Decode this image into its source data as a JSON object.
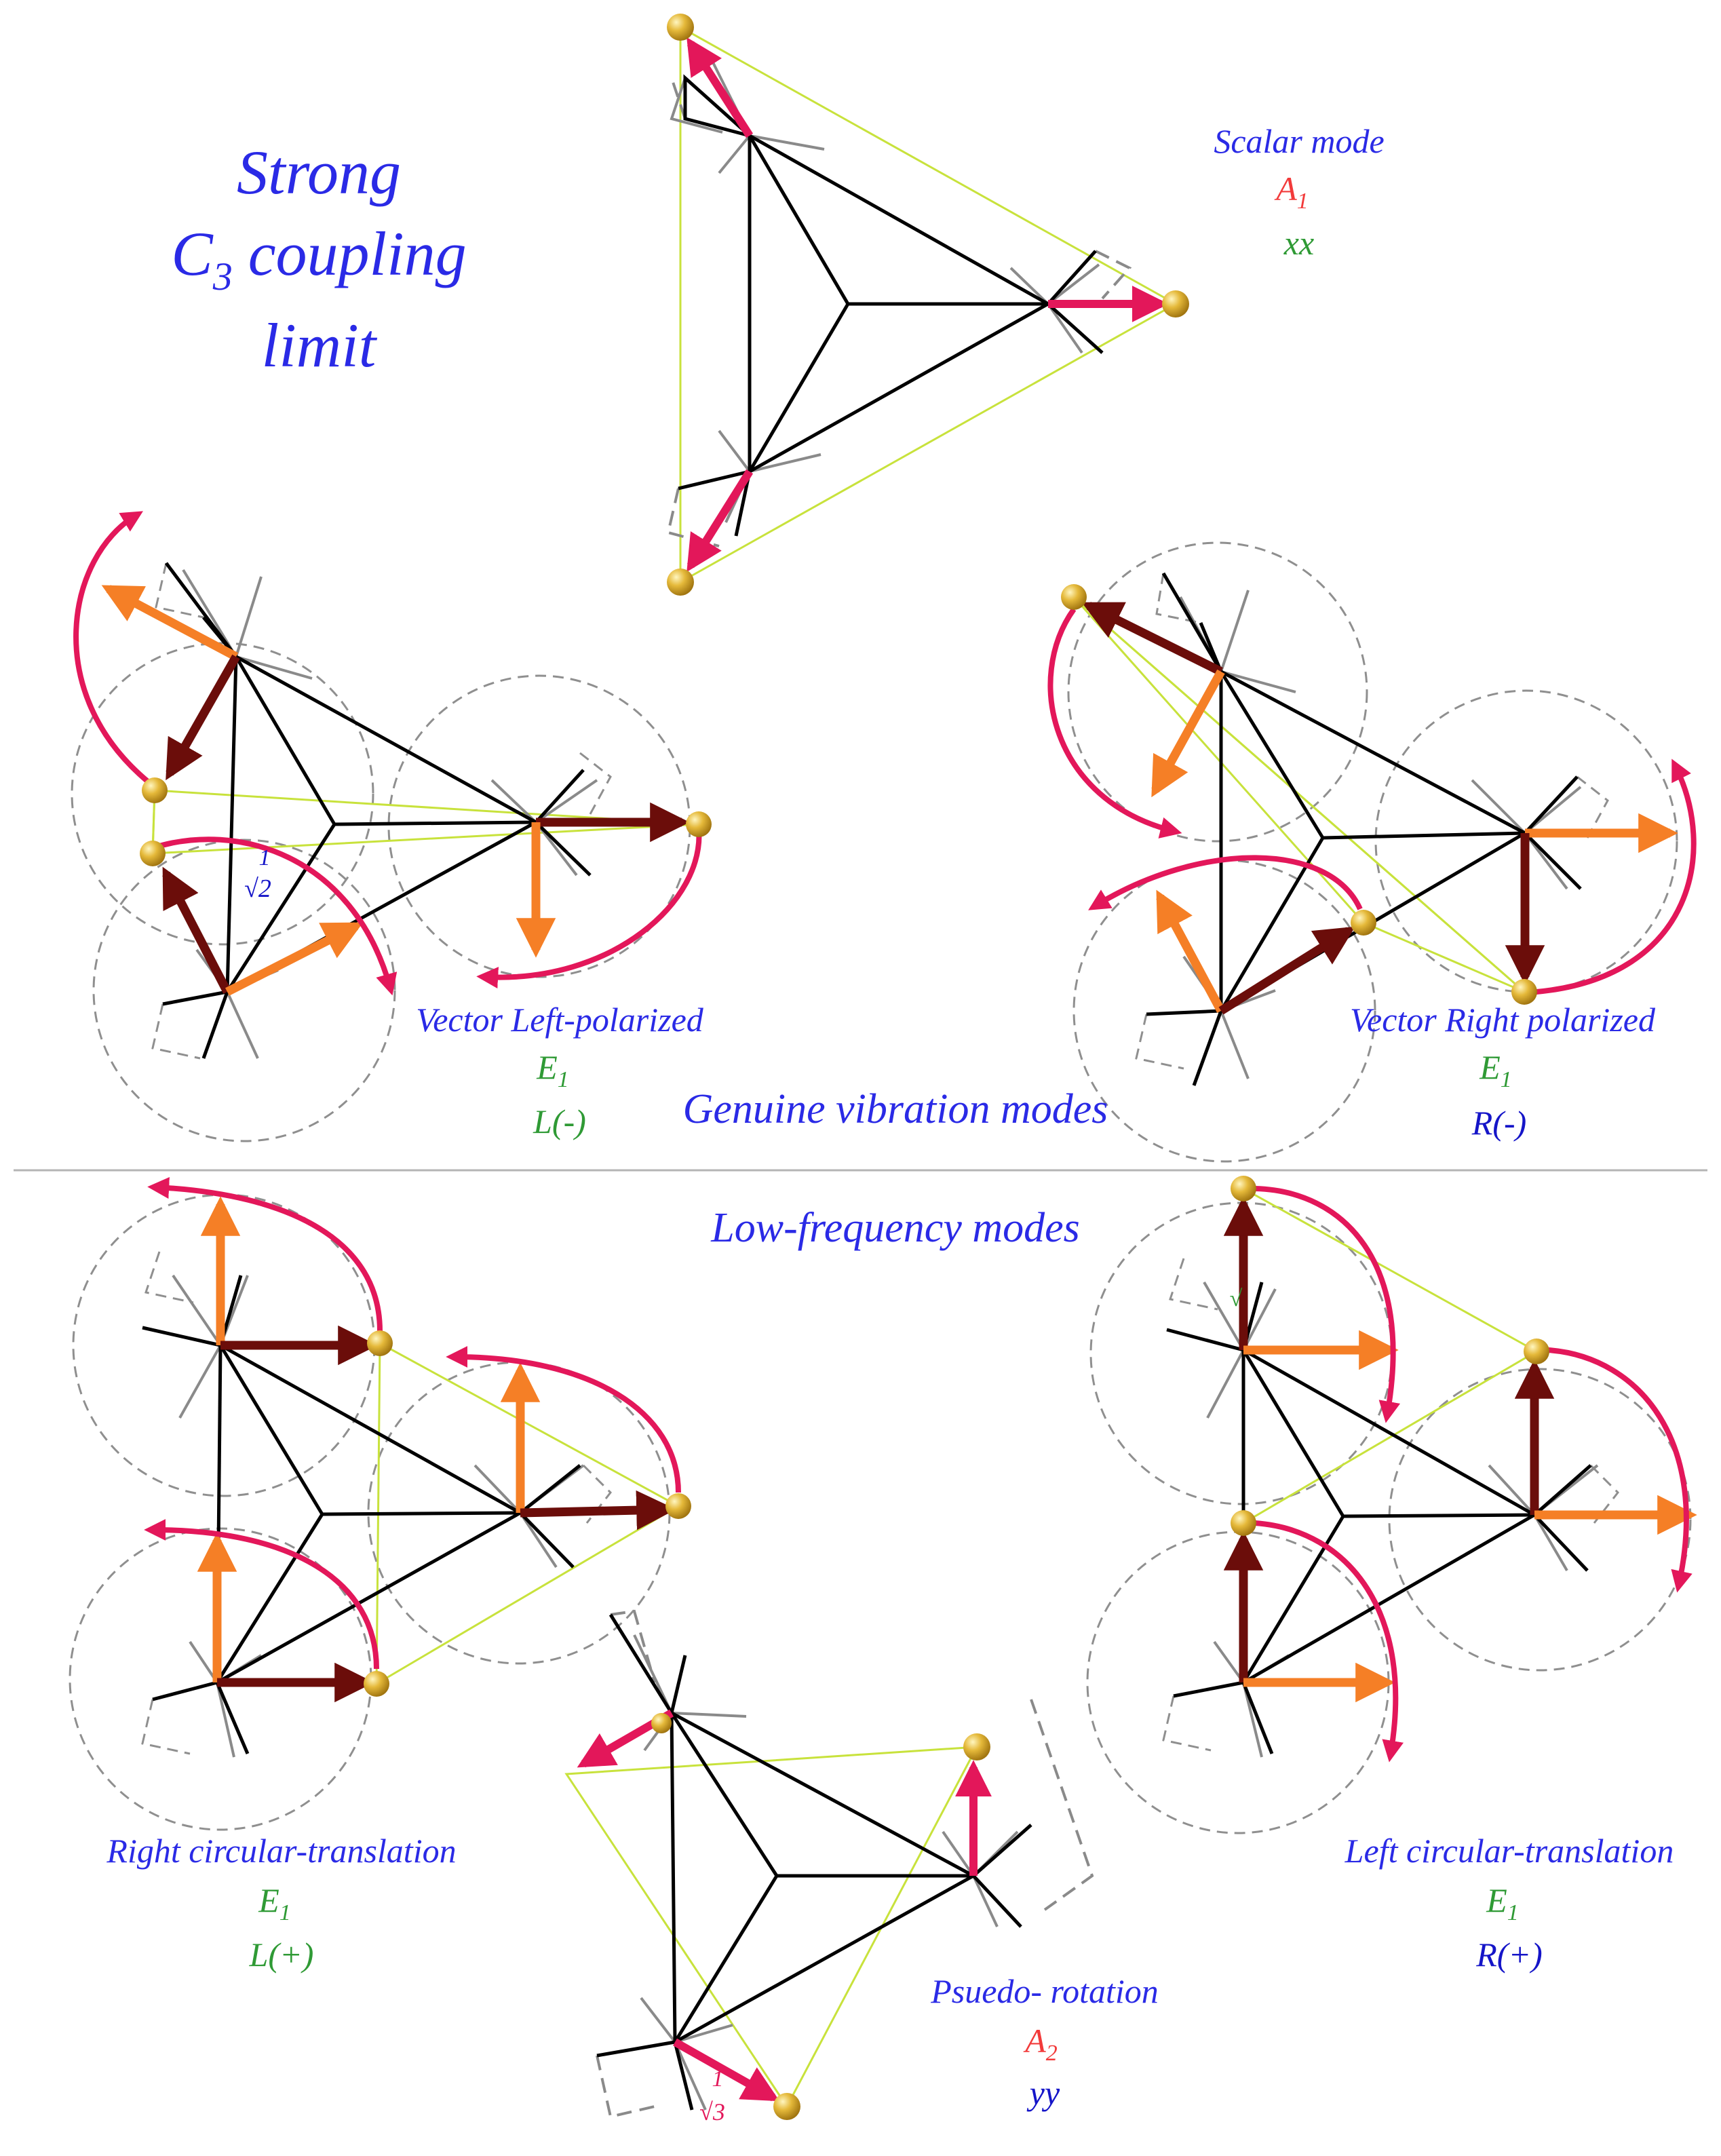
{
  "colors": {
    "title": "#2a2ae6",
    "symmetry_label": "#f23a3a",
    "green_label": "#2f9a35",
    "blue_label": "#1515c8",
    "bond": "#000000",
    "ligand": "#8a8a8a",
    "yellow_link": "#c8e23c",
    "crimson_arrow": "#e3175a",
    "orange_arrow": "#f57f26",
    "maroon_arrow": "#6b0d0a"
  },
  "title": {
    "line1": "Strong",
    "line2_main": "C",
    "line2_sub": "3",
    "line2_rest": " coupling",
    "line3": "limit"
  },
  "scalar": {
    "name": "Scalar mode",
    "sym_main": "A",
    "sym_sub": "1",
    "basis": "xx"
  },
  "vec_left": {
    "name": "Vector Left-polarized",
    "sym_main": "E",
    "sym_sub": "1",
    "basis": "L(-)",
    "factor_num": "1",
    "factor_den": "√2"
  },
  "vec_right": {
    "name": "Vector Right polarized",
    "sym_main": "E",
    "sym_sub": "1",
    "basis": "R(-)"
  },
  "section_genuine": "Genuine vibration modes",
  "section_low": "Low-frequency modes",
  "rct": {
    "name": "Right circular-translation",
    "sym_main": "E",
    "sym_sub": "1",
    "basis": "L(+)"
  },
  "lct": {
    "name": "Left circular-translation",
    "sym_main": "E",
    "sym_sub": "1",
    "basis": "R(+)"
  },
  "pseudo": {
    "name": "Psuedo- rotation",
    "sym_main": "A",
    "sym_sub": "2",
    "basis": "yy",
    "factor_num": "1",
    "factor_den": "√3"
  },
  "factor_partial": "√"
}
